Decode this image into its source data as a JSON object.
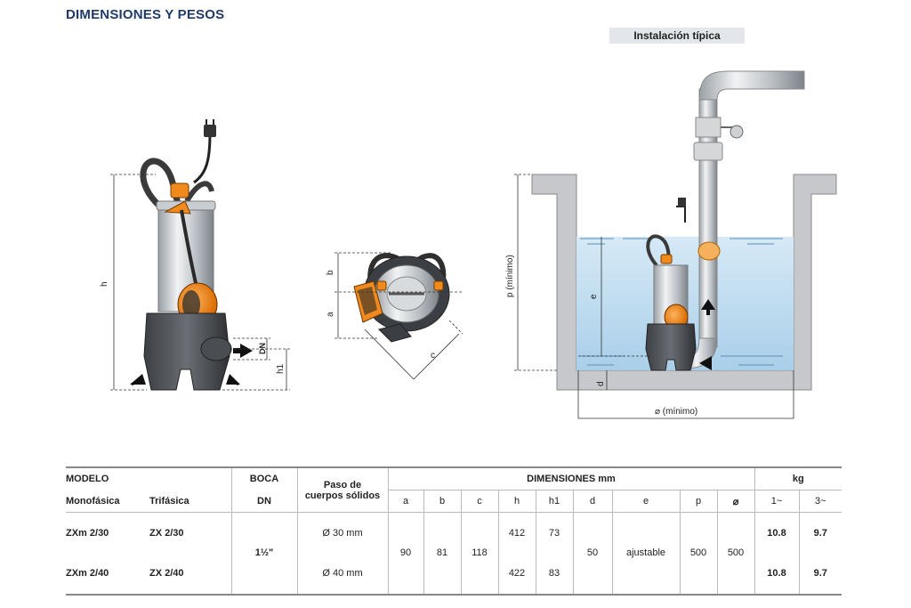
{
  "title": "DIMENSIONES Y PESOS",
  "install_label": "Instalación típica",
  "diagram_labels": {
    "h": "h",
    "dn": "DN",
    "h1": "h1",
    "a": "a",
    "b": "b",
    "c": "c",
    "p": "p (mínimo)",
    "e": "e",
    "d": "d",
    "diam": "⌀ (mínimo)"
  },
  "table": {
    "header_model": "MODELO",
    "header_mono": "Monofásica",
    "header_tri": "Trifásica",
    "header_boca": "BOCA",
    "header_dn": "DN",
    "header_paso_1": "Paso de",
    "header_paso_2": "cuerpos sólidos",
    "header_dims": "DIMENSIONES mm",
    "header_kg": "kg",
    "col_a": "a",
    "col_b": "b",
    "col_c": "c",
    "col_h": "h",
    "col_h1": "h1",
    "col_d": "d",
    "col_e": "e",
    "col_p": "p",
    "col_diam": "⌀",
    "col_kg1": "1~",
    "col_kg3": "3~",
    "rows": [
      {
        "mono": "ZXm 2/30",
        "tri": "ZX 2/30",
        "paso": "Ø 30 mm",
        "h": "412",
        "h1": "73",
        "kg1": "10.8",
        "kg3": "9.7"
      },
      {
        "mono": "ZXm 2/40",
        "tri": "ZX 2/40",
        "paso": "Ø 40 mm",
        "h": "422",
        "h1": "83",
        "kg1": "10.8",
        "kg3": "9.7"
      }
    ],
    "shared": {
      "boca": "1½\"",
      "a": "90",
      "b": "81",
      "c": "118",
      "d": "50",
      "e": "ajustable",
      "p": "500",
      "diam": "500"
    }
  }
}
